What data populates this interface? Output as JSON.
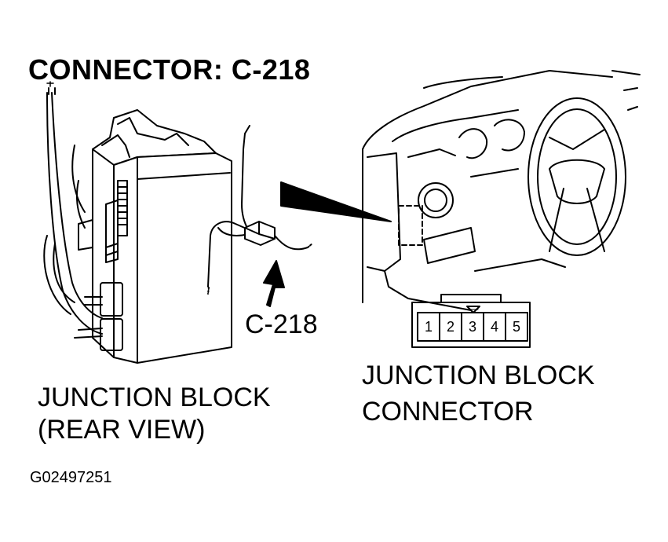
{
  "title": "CONNECTOR: C-218",
  "callout": "C-218",
  "junction_block_label": {
    "line1": "JUNCTION BLOCK",
    "line2": "(REAR VIEW)"
  },
  "connector_label": {
    "line1": "JUNCTION BLOCK",
    "line2": "CONNECTOR"
  },
  "connector_pins": [
    "1",
    "2",
    "3",
    "4",
    "5"
  ],
  "figure_id": "G02497251"
}
